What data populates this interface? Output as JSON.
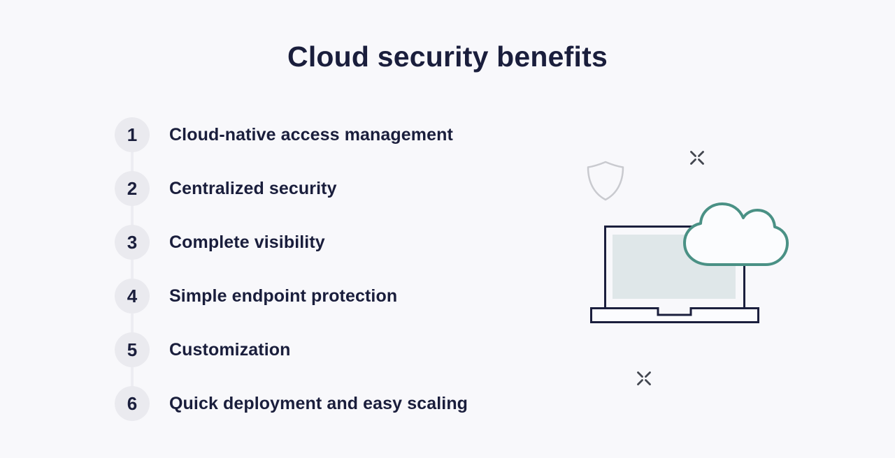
{
  "title": "Cloud security benefits",
  "benefits": [
    {
      "number": "1",
      "label": "Cloud-native access management"
    },
    {
      "number": "2",
      "label": "Centralized security"
    },
    {
      "number": "3",
      "label": "Complete visibility"
    },
    {
      "number": "4",
      "label": "Simple endpoint protection"
    },
    {
      "number": "5",
      "label": "Customization"
    },
    {
      "number": "6",
      "label": "Quick deployment and easy scaling"
    }
  ],
  "illustration": {
    "icons": [
      "shield-icon",
      "sparkle-icon",
      "laptop-icon",
      "cloud-icon",
      "sparkle-icon"
    ]
  },
  "colors": {
    "background": "#f8f8fb",
    "text_navy": "#1a1e3c",
    "step_circle_fill": "#eaeaef",
    "connector": "#ededf2",
    "laptop_outline": "#1b1f3d",
    "laptop_screen_fill": "#dfe7e9",
    "laptop_body_fill": "#fbfcfe",
    "cloud_stroke": "#4a9185",
    "cloud_fill": "#fbfcfe",
    "shield_stroke": "#c9cacf",
    "sparkle": "#42464f"
  }
}
